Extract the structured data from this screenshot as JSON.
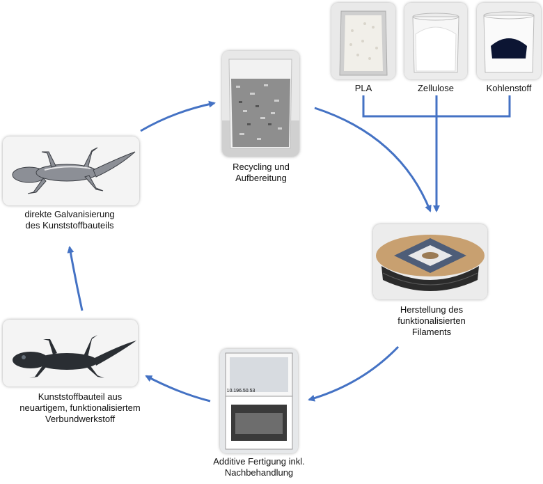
{
  "materials": [
    {
      "label": "PLA",
      "image": "pla-bag-photo"
    },
    {
      "label": "Zellulose",
      "image": "cellulose-beaker-photo"
    },
    {
      "label": "Kohlenstoff",
      "image": "carbon-beaker-photo"
    }
  ],
  "steps": {
    "recycling": {
      "caption": "Recycling und\nAufbereitung",
      "image": "shredded-plastic-cylinder-photo"
    },
    "filament": {
      "caption": "Herstellung des\nfunktionalisierten\nFilaments",
      "image": "filament-spool-photo"
    },
    "printing": {
      "caption": "Additive Fertigung inkl.\nNachbehandlung",
      "image": "3d-printer-photo"
    },
    "part": {
      "caption": "Kunststoffbauteil aus\nneuartigem, funktionalisiertem\nVerbundwerkstoff",
      "image": "black-gecko-part-photo"
    },
    "plating": {
      "caption": "direkte Galvanisierung\ndes Kunststoffbauteils",
      "image": "chrome-gecko-photo"
    }
  },
  "colors": {
    "arrow": "#4472C4"
  },
  "printer_display": {
    "text": "10.196.50.53"
  }
}
